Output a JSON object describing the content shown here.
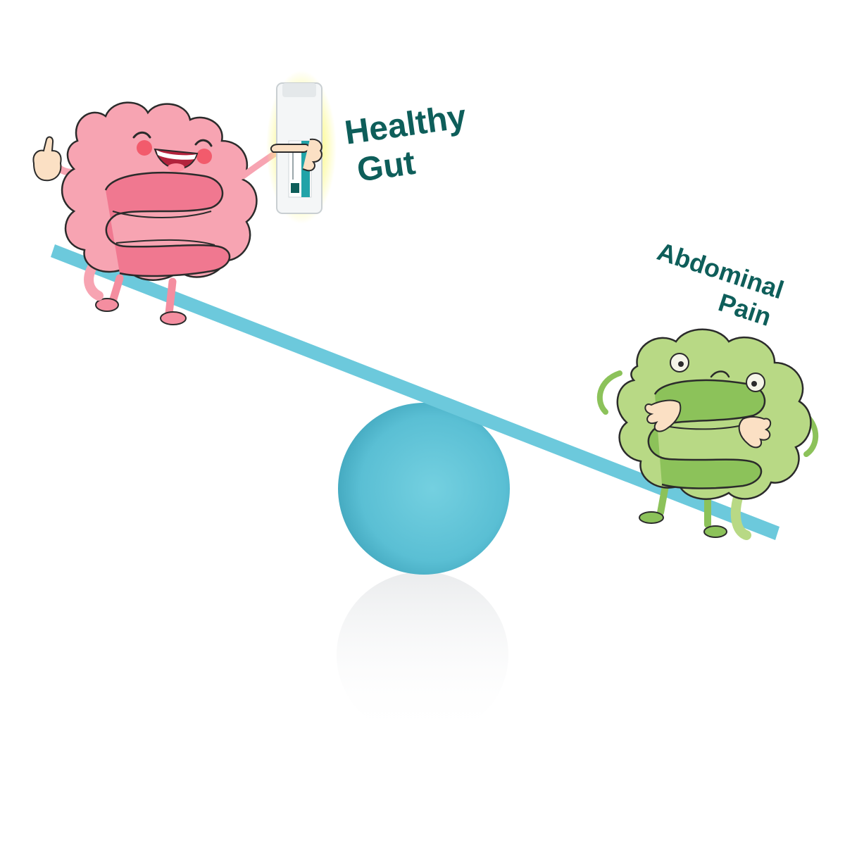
{
  "labels": {
    "healthy_line1": "Healthy",
    "healthy_line2": "Gut",
    "pain_line1": "Abdominal",
    "pain_line2": "Pain"
  },
  "colors": {
    "text": "#0e5e5a",
    "plank": "#6cc9dc",
    "ball": "#57bdd3",
    "pink_gut": "#f48ea0",
    "green_gut": "#a9d070"
  },
  "icons": {
    "left_character": "happy-intestine-icon",
    "right_character": "sad-intestine-icon",
    "product": "probiotic-vial-icon"
  }
}
